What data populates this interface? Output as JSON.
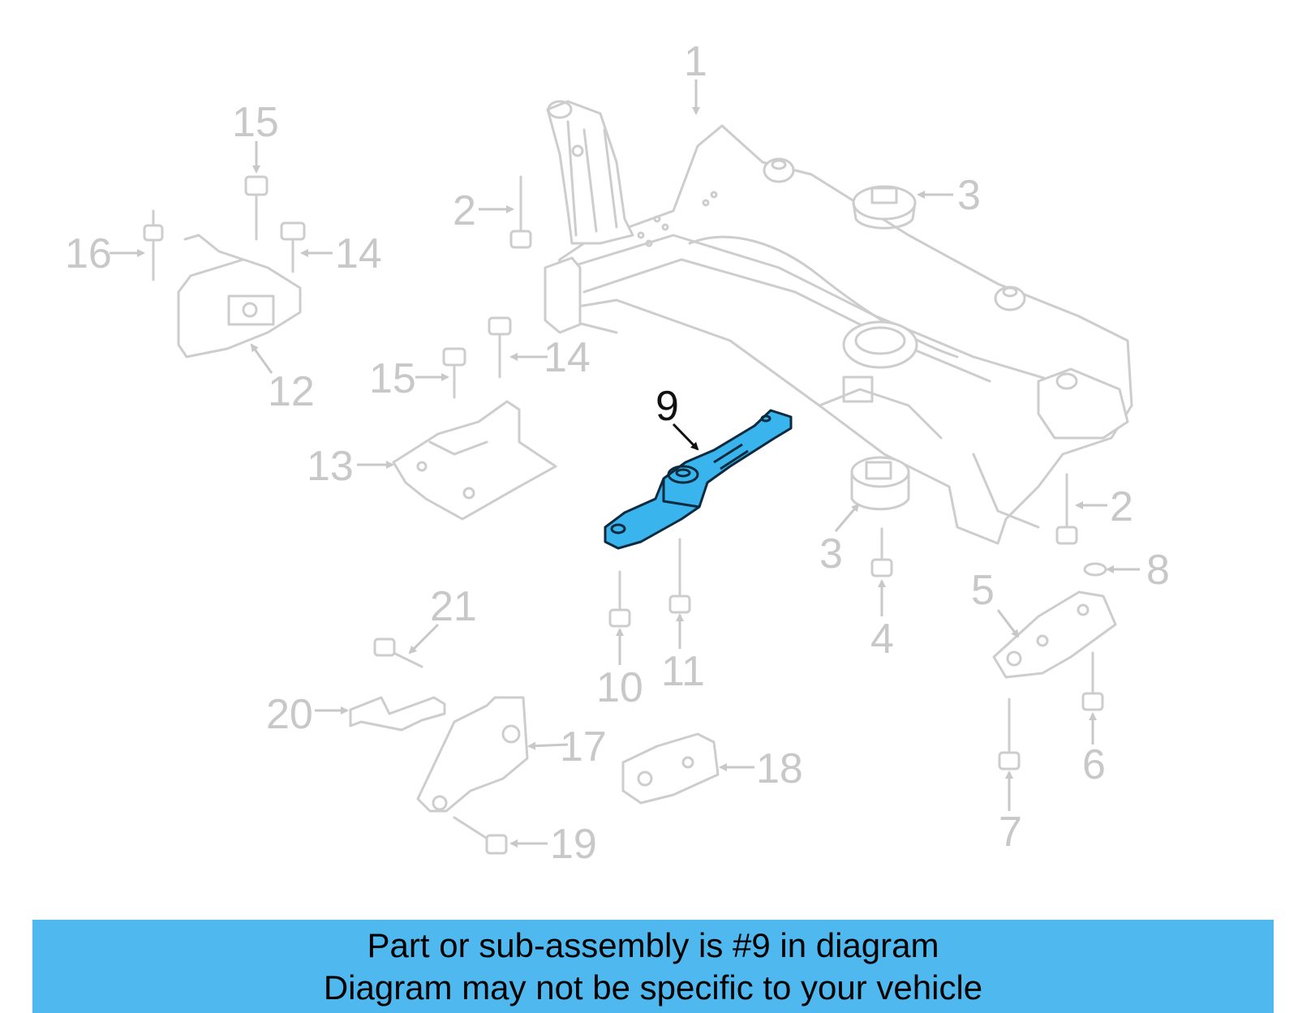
{
  "diagram": {
    "highlight_color": "#3ab4ec",
    "ghost_color": "#c8c8c8",
    "callouts": [
      {
        "id": "c1",
        "text": "1"
      },
      {
        "id": "c2a",
        "text": "2"
      },
      {
        "id": "c2b",
        "text": "2"
      },
      {
        "id": "c3a",
        "text": "3"
      },
      {
        "id": "c3b",
        "text": "3"
      },
      {
        "id": "c4",
        "text": "4"
      },
      {
        "id": "c5",
        "text": "5"
      },
      {
        "id": "c6",
        "text": "6"
      },
      {
        "id": "c7",
        "text": "7"
      },
      {
        "id": "c8",
        "text": "8"
      },
      {
        "id": "c9",
        "text": "9"
      },
      {
        "id": "c10",
        "text": "10"
      },
      {
        "id": "c11",
        "text": "11"
      },
      {
        "id": "c12",
        "text": "12"
      },
      {
        "id": "c13",
        "text": "13"
      },
      {
        "id": "c14a",
        "text": "14"
      },
      {
        "id": "c14b",
        "text": "14"
      },
      {
        "id": "c15a",
        "text": "15"
      },
      {
        "id": "c15b",
        "text": "15"
      },
      {
        "id": "c16",
        "text": "16"
      },
      {
        "id": "c17",
        "text": "17"
      },
      {
        "id": "c18",
        "text": "18"
      },
      {
        "id": "c19",
        "text": "19"
      },
      {
        "id": "c20",
        "text": "20"
      },
      {
        "id": "c21",
        "text": "21"
      }
    ]
  },
  "banner": {
    "line1": "Part or sub-assembly is #9 in diagram",
    "line2": "Diagram may not be specific to your vehicle",
    "color": "#4fb8ef"
  }
}
